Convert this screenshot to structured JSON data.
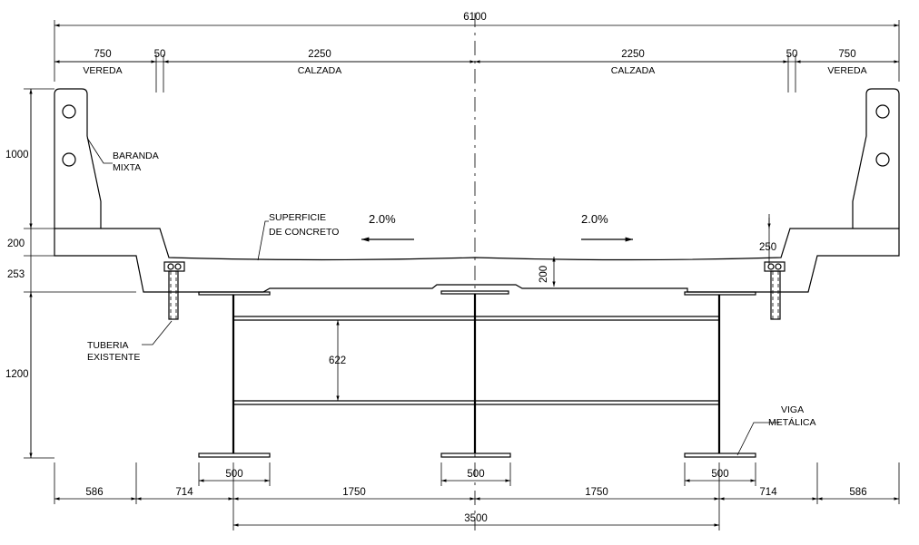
{
  "dimensions": {
    "total_width": "6100",
    "sidewalk_width": "750",
    "curb_width": "50",
    "carriageway_width": "2250",
    "railing_height": "1000",
    "sidewalk_slab_thickness": "200",
    "slab_edge_offset": "253",
    "beam_depth": "1200",
    "deck_thickness": "200",
    "curb_height": "250",
    "bracing_height": "622",
    "flange_width": "500",
    "edge_to_beam": "586",
    "overhang_offset": "714",
    "beam_spacing": "1750",
    "outer_beam_spacing": "3500"
  },
  "labels": {
    "sidewalk": "VEREDA",
    "carriageway": "CALZADA",
    "railing_line1": "BARANDA",
    "railing_line2": "MIXTA",
    "surface_line1": "SUPERFICIE",
    "surface_line2": "DE CONCRETO",
    "slope": "2.0%",
    "pipe_line1": "TUBERIA",
    "pipe_line2": "EXISTENTE",
    "beam_line1": "VIGA",
    "beam_line2": "METÁLICA"
  }
}
